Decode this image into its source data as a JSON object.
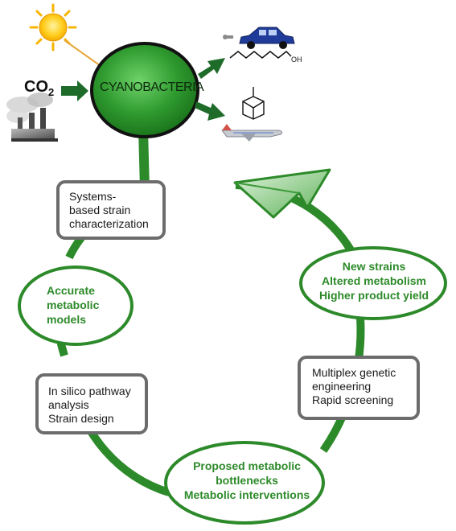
{
  "diagram": {
    "inputs": {
      "co2_label": "CO",
      "co2_subscript": "2",
      "sun_icon": "sun-icon",
      "factory_icon": "factory-smokestack-icon"
    },
    "center": {
      "label": "CYANOBACTERIA",
      "color": "#2f9a2f"
    },
    "products": {
      "alcohol_suffix": "OH",
      "car_icon": "car-icon",
      "airplane_icon": "airplane-icon"
    },
    "cycle": {
      "arrow_color": "#2d8a2a",
      "box_systems": "Systems-\nbased strain\ncharacterization",
      "ellipse_models": "Accurate\nmetabolic\nmodels",
      "box_insilico": "In silico pathway\nanalysis\nStrain design",
      "ellipse_bottlenecks": "Proposed metabolic\nbottlenecks\nMetabolic interventions",
      "box_multiplex": "Multiplex genetic\nengineering\nRapid screening",
      "ellipse_strains": "New strains\nAltered metabolism\nHigher product yield"
    }
  }
}
